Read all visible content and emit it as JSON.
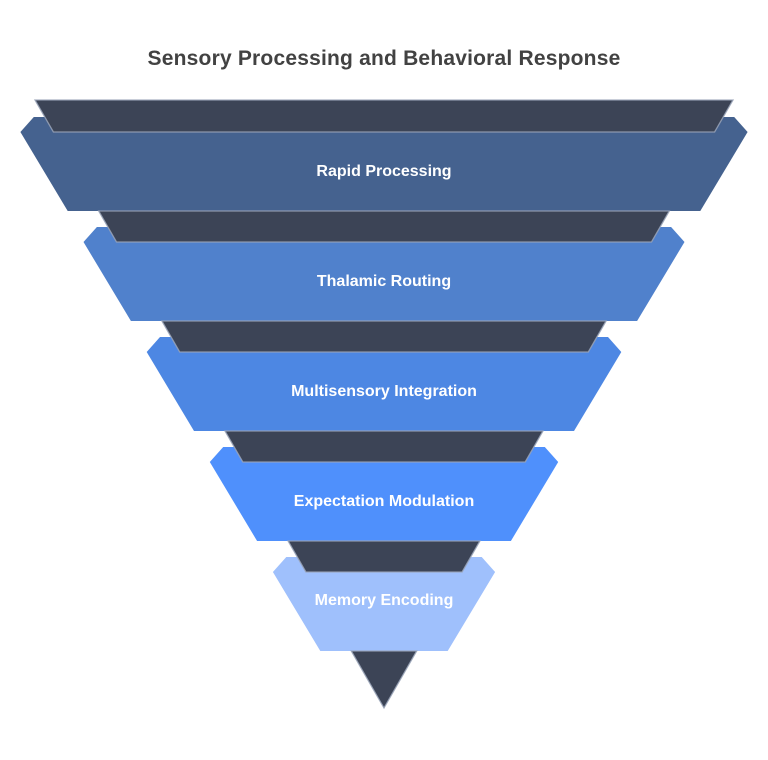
{
  "header": {
    "title": "Sensory Processing and Behavioral Response"
  },
  "colors": {
    "background": "#ffffff",
    "backdrop": "#3c4456",
    "separator_line": "#9aa4b8",
    "title_text": "#424242",
    "label_text": "#ffffff"
  },
  "funnel": {
    "stages": [
      {
        "label": "Rapid Processing",
        "color": "#45628f"
      },
      {
        "label": "Thalamic Routing",
        "color": "#5081cc"
      },
      {
        "label": "Multisensory Integration",
        "color": "#4d87e3"
      },
      {
        "label": "Expectation Modulation",
        "color": "#4f90fc"
      },
      {
        "label": "Memory Encoding",
        "color": "#9fc0fc"
      }
    ]
  },
  "chart_data": {
    "type": "funnel",
    "title": "Sensory Processing and Behavioral Response",
    "stages": [
      "Rapid Processing",
      "Thalamic Routing",
      "Multisensory Integration",
      "Expectation Modulation",
      "Memory Encoding"
    ],
    "orientation": "inverted-pyramid, widest at top, tapering to a point",
    "legend": "none",
    "values_shown": false
  }
}
